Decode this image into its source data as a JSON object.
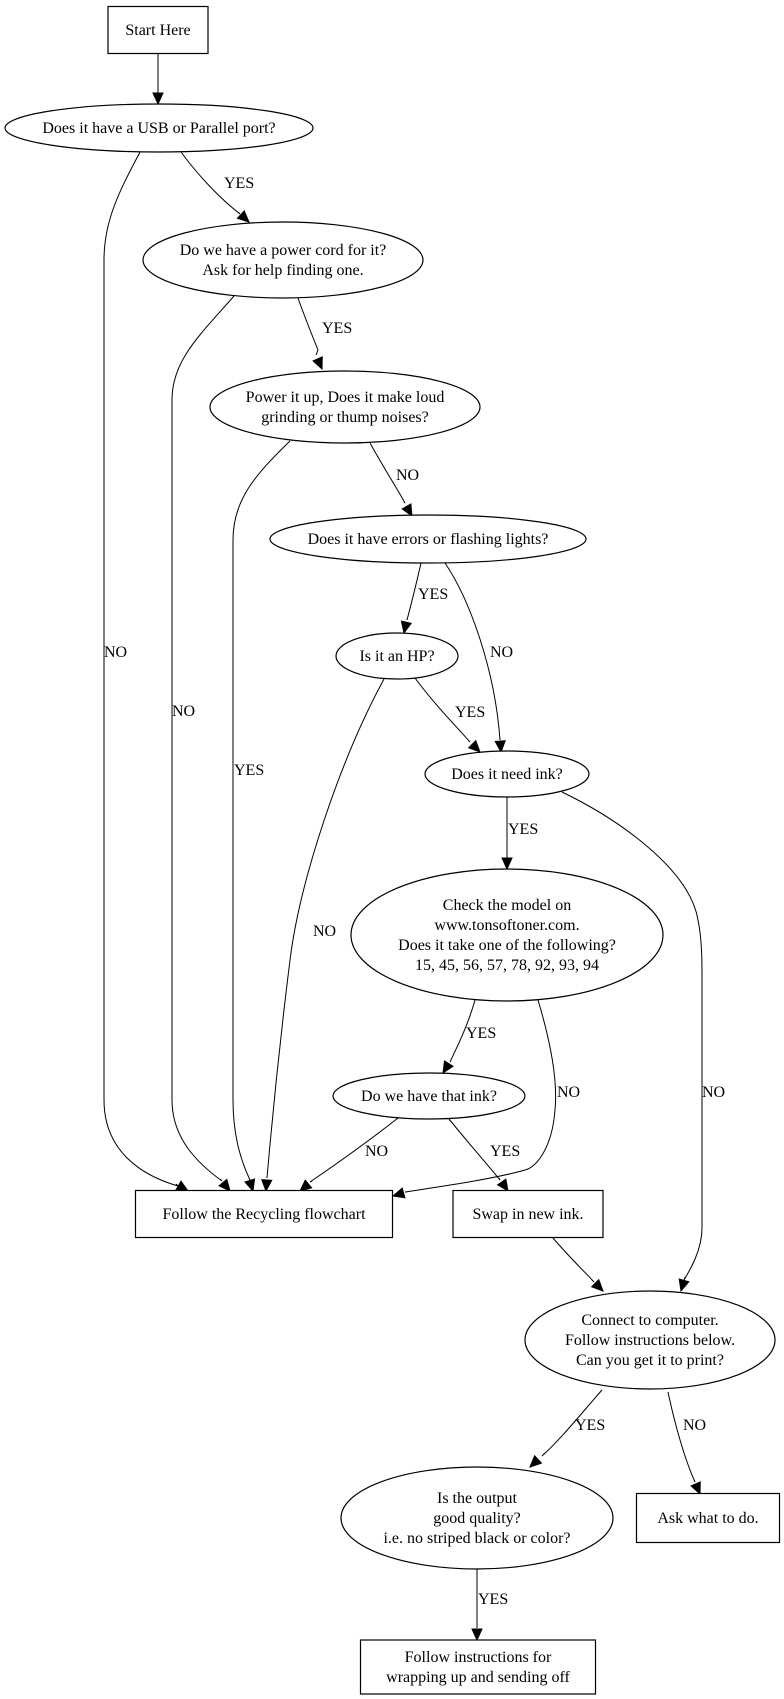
{
  "diagram": {
    "type": "flowchart",
    "colors": {
      "stroke": "#000000",
      "fill": "#ffffff",
      "text": "#000000"
    },
    "nodes": [
      {
        "id": "start",
        "shape": "box",
        "lines": [
          "Start Here"
        ]
      },
      {
        "id": "usb",
        "shape": "ellipse",
        "lines": [
          "Does it have a USB or Parallel port?"
        ]
      },
      {
        "id": "power_cord",
        "shape": "ellipse",
        "lines": [
          "Do we have a power cord for it?",
          "Ask for help finding one."
        ]
      },
      {
        "id": "noises",
        "shape": "ellipse",
        "lines": [
          "Power it up, Does it make loud",
          "grinding or thump noises?"
        ]
      },
      {
        "id": "errors",
        "shape": "ellipse",
        "lines": [
          "Does it have errors or flashing lights?"
        ]
      },
      {
        "id": "hp",
        "shape": "ellipse",
        "lines": [
          "Is it an HP?"
        ]
      },
      {
        "id": "need_ink",
        "shape": "ellipse",
        "lines": [
          "Does it need ink?"
        ]
      },
      {
        "id": "check_model",
        "shape": "ellipse",
        "lines": [
          "Check the model on",
          "www.tonsoftoner.com.",
          "Does it take one of the following?",
          "15, 45, 56, 57, 78, 92, 93, 94"
        ]
      },
      {
        "id": "have_ink",
        "shape": "ellipse",
        "lines": [
          "Do we have that ink?"
        ]
      },
      {
        "id": "recycle",
        "shape": "box",
        "lines": [
          "Follow the Recycling flowchart"
        ]
      },
      {
        "id": "swap",
        "shape": "box",
        "lines": [
          "Swap in new ink."
        ]
      },
      {
        "id": "connect",
        "shape": "ellipse",
        "lines": [
          "Connect to computer.",
          "Follow instructions below.",
          "Can you get it to print?"
        ]
      },
      {
        "id": "quality",
        "shape": "ellipse",
        "lines": [
          "Is the output",
          "good quality?",
          "i.e. no striped black or color?"
        ]
      },
      {
        "id": "ask",
        "shape": "box",
        "lines": [
          "Ask what to do."
        ]
      },
      {
        "id": "wrap_up",
        "shape": "box",
        "lines": [
          "Follow instructions for",
          "wrapping up and sending off"
        ]
      }
    ],
    "edges": [
      {
        "from": "start",
        "to": "usb",
        "label": ""
      },
      {
        "from": "usb",
        "to": "power_cord",
        "label": "YES"
      },
      {
        "from": "usb",
        "to": "recycle",
        "label": "NO"
      },
      {
        "from": "power_cord",
        "to": "noises",
        "label": "YES"
      },
      {
        "from": "power_cord",
        "to": "recycle",
        "label": "NO"
      },
      {
        "from": "noises",
        "to": "errors",
        "label": "NO"
      },
      {
        "from": "noises",
        "to": "recycle",
        "label": "YES"
      },
      {
        "from": "errors",
        "to": "hp",
        "label": "YES"
      },
      {
        "from": "errors",
        "to": "need_ink",
        "label": "NO"
      },
      {
        "from": "hp",
        "to": "need_ink",
        "label": "YES"
      },
      {
        "from": "hp",
        "to": "recycle",
        "label": "NO"
      },
      {
        "from": "need_ink",
        "to": "check_model",
        "label": "YES"
      },
      {
        "from": "need_ink",
        "to": "connect",
        "label": "NO"
      },
      {
        "from": "check_model",
        "to": "have_ink",
        "label": "YES"
      },
      {
        "from": "check_model",
        "to": "recycle",
        "label": "NO"
      },
      {
        "from": "have_ink",
        "to": "recycle",
        "label": "NO"
      },
      {
        "from": "have_ink",
        "to": "swap",
        "label": "YES"
      },
      {
        "from": "swap",
        "to": "connect",
        "label": ""
      },
      {
        "from": "connect",
        "to": "quality",
        "label": "YES"
      },
      {
        "from": "connect",
        "to": "ask",
        "label": "NO"
      },
      {
        "from": "quality",
        "to": "wrap_up",
        "label": "YES"
      }
    ]
  }
}
